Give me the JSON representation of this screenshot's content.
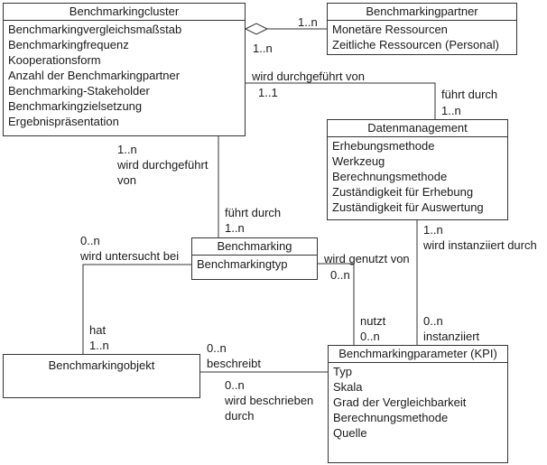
{
  "classes": {
    "cluster": {
      "name": "Benchmarkingcluster",
      "attributes": [
        "Benchmarkingvergleichsmaßstab",
        "Benchmarkingfrequenz",
        "Kooperationsform",
        "Anzahl der Benchmarkingpartner",
        "Benchmarking-Stakeholder",
        "Benchmarkingzielsetzung",
        "Ergebnispräsentation"
      ]
    },
    "partner": {
      "name": "Benchmarkingpartner",
      "attributes": [
        "Monetäre Ressourcen",
        "Zeitliche Ressourcen (Personal)"
      ]
    },
    "datenmanagement": {
      "name": "Datenmanagement",
      "attributes": [
        "Erhebungsmethode",
        "Werkzeug",
        "Berechnungsmethode",
        "Zuständigkeit für Erhebung",
        "Zuständigkeit für Auswertung"
      ]
    },
    "benchmarking": {
      "name": "Benchmarking",
      "attributes": [
        "Benchmarkingtyp"
      ]
    },
    "objekt": {
      "name": "Benchmarkingobjekt",
      "attributes": []
    },
    "kpi": {
      "name": "Benchmarkingparameter (KPI)",
      "attributes": [
        "Typ",
        "Skala",
        "Grad der Vergleichbarkeit",
        "Berechnungsmethode",
        "Quelle"
      ]
    }
  },
  "associations": {
    "cluster_partner": {
      "mult_partner": "1..n",
      "mult_cluster": "1..n",
      "type": "aggregation"
    },
    "cluster_datenmanagement": {
      "role_cluster": "wird durchgeführt von",
      "mult_cluster": "1..1",
      "role_dm": "führt durch",
      "mult_dm": "1..n"
    },
    "cluster_benchmarking": {
      "mult_cluster": "1..n",
      "role_cluster": "wird durchgeführt",
      "role_cluster_2": "von",
      "role_bm": "führt durch",
      "mult_bm": "1..n"
    },
    "benchmarking_objekt": {
      "mult_bm": "0..n",
      "role_bm": "wird untersucht bei",
      "role_obj": "hat",
      "mult_obj": "1..n"
    },
    "benchmarking_kpi": {
      "role_bm": "wird genutzt von",
      "mult_bm": "0..n",
      "role_kpi": "nutzt",
      "mult_kpi": "0..n"
    },
    "datenmanagement_kpi": {
      "mult_dm": "1..n",
      "role_dm": "wird instanziiert durch",
      "mult_kpi": "0..n",
      "role_kpi": "instanziiert"
    },
    "objekt_kpi": {
      "mult_obj": "0..n",
      "role_obj": "beschreibt",
      "mult_kpi": "0..n",
      "role_kpi": "wird beschrieben",
      "role_kpi_2": "durch"
    }
  }
}
